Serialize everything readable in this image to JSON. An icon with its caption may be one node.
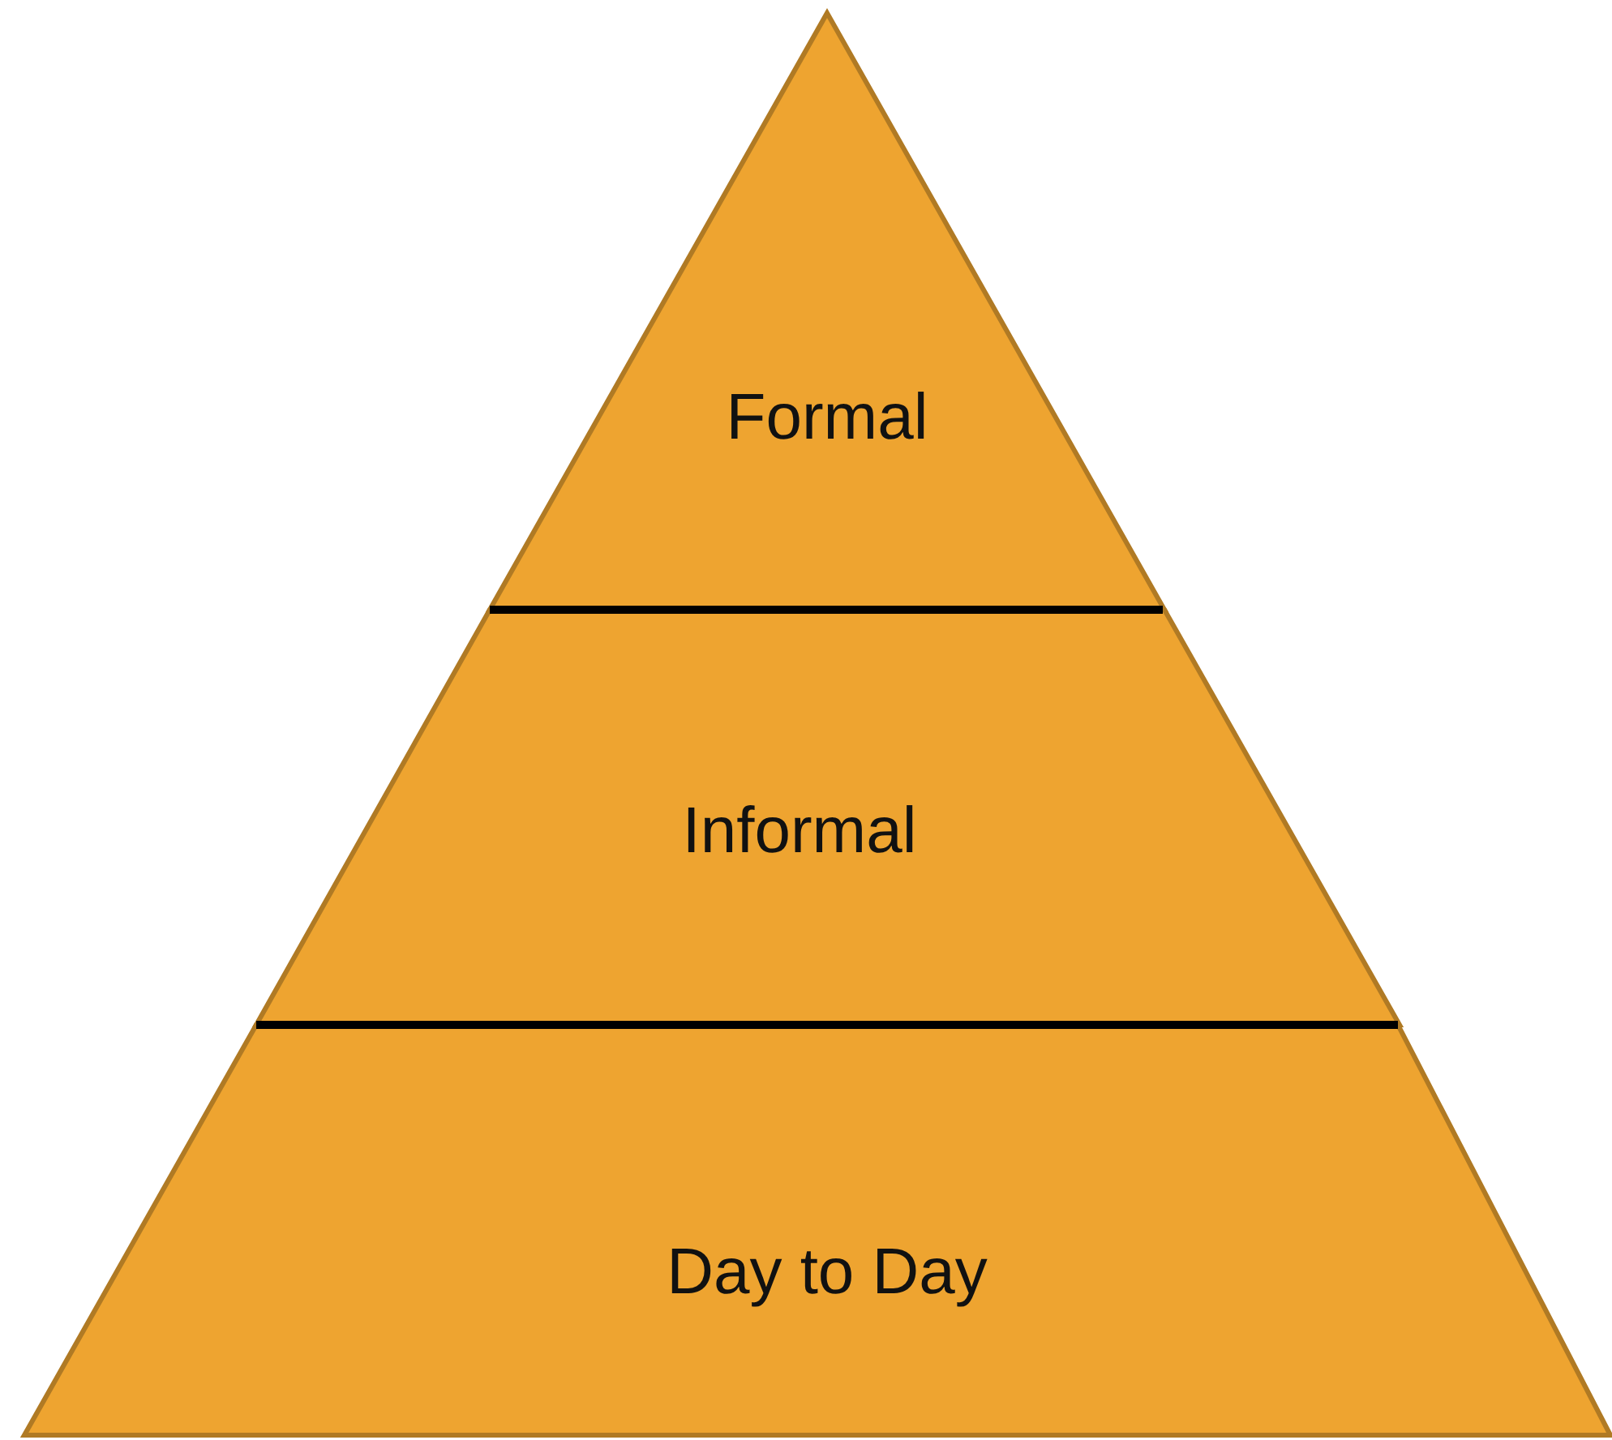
{
  "diagram": {
    "nodes": [
      {
        "text": [
          "Formal"
        ]
      },
      {
        "text": [
          "Informal"
        ]
      },
      {
        "text": [
          "Day to Day"
        ]
      }
    ]
  }
}
